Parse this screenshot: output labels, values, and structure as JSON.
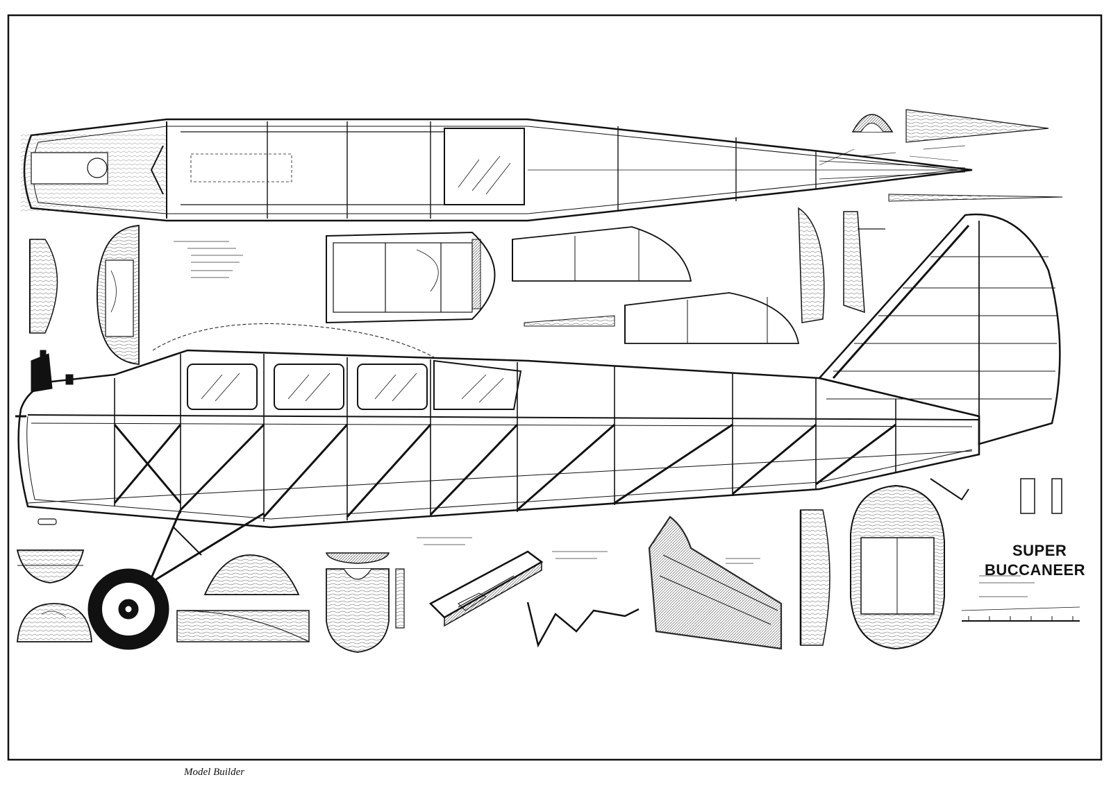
{
  "title": {
    "line1": "SUPER",
    "line2": "BUCCANEER"
  },
  "publication": "Model Builder"
}
